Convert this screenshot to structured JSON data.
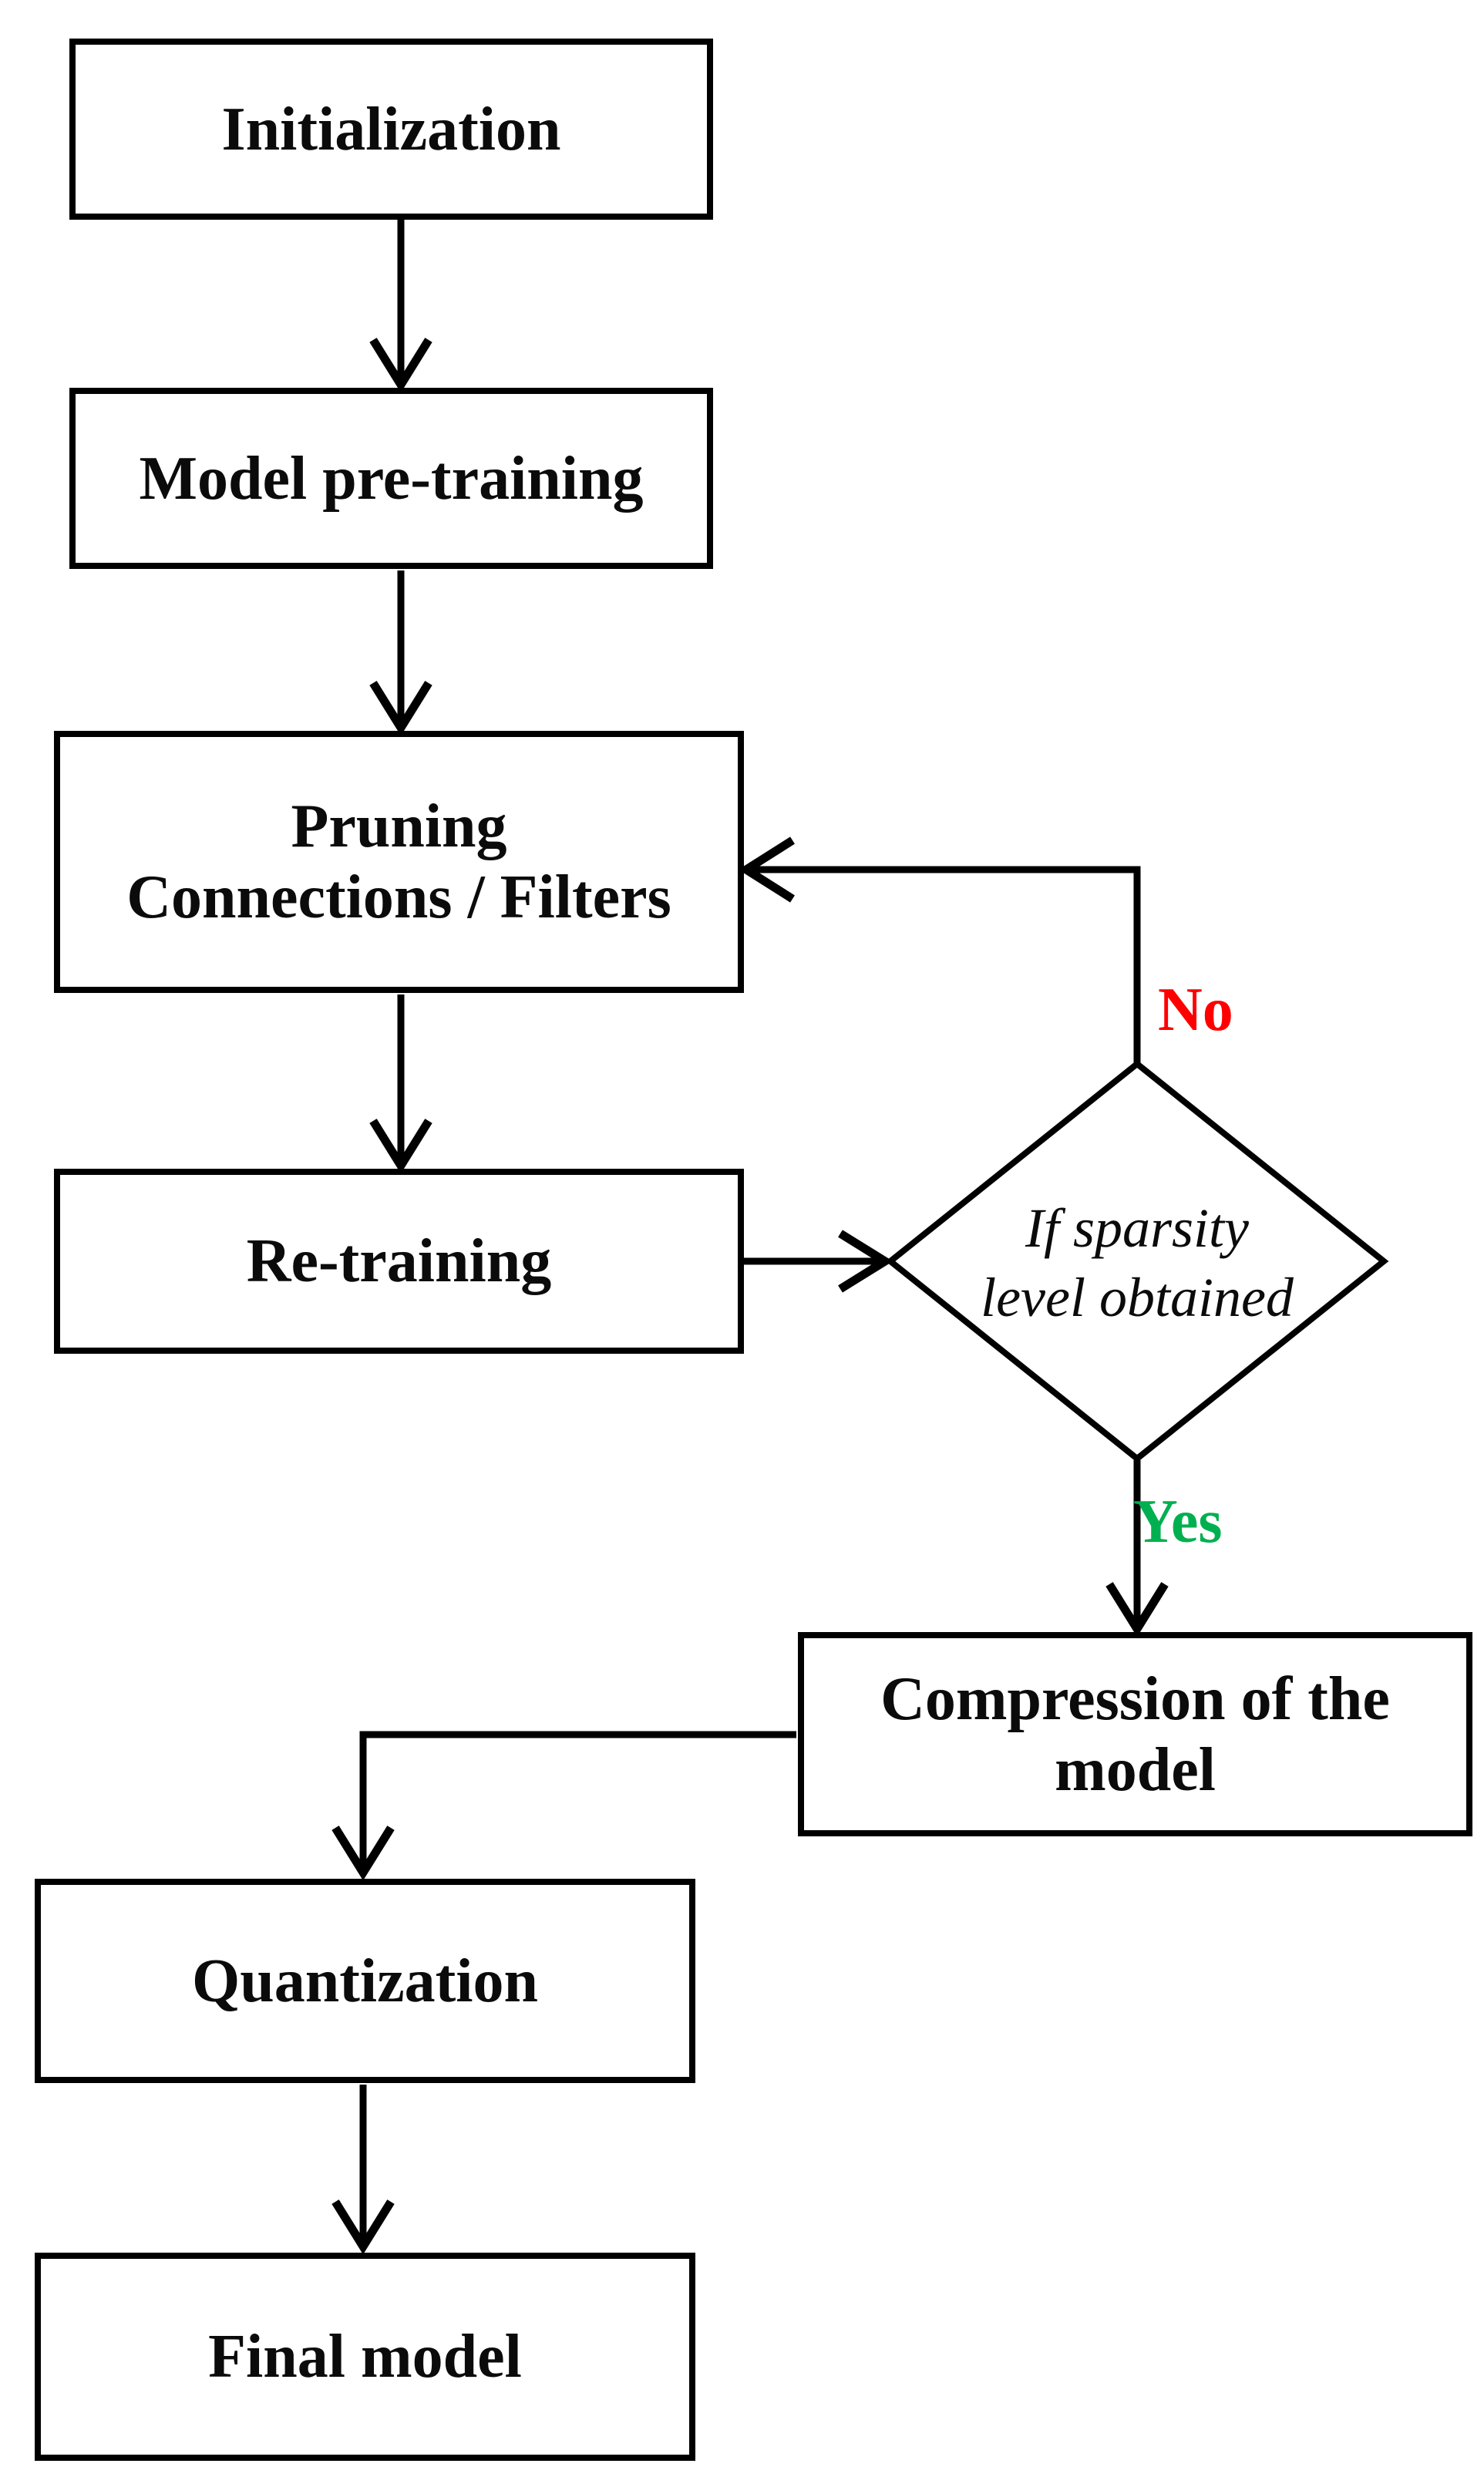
{
  "flowchart": {
    "nodes": {
      "initialization": {
        "label": "Initialization"
      },
      "model_pre_training": {
        "label": "Model pre-training"
      },
      "pruning": {
        "line1": "Pruning",
        "line2": "Connections / Filters"
      },
      "re_training": {
        "label": "Re-training"
      },
      "decision": {
        "line1": "If sparsity",
        "line2": "level obtained"
      },
      "compression": {
        "line1": "Compression of the",
        "line2": "model"
      },
      "quantization": {
        "label": "Quantization"
      },
      "final_model": {
        "label": "Final model"
      }
    },
    "edge_labels": {
      "no": {
        "text": "No",
        "color": "#fe0000"
      },
      "yes": {
        "text": "Yes",
        "color": "#00b050"
      }
    },
    "colors": {
      "background": "#ffffff",
      "node_border": "#000000",
      "text": "#0b0b0b"
    }
  }
}
